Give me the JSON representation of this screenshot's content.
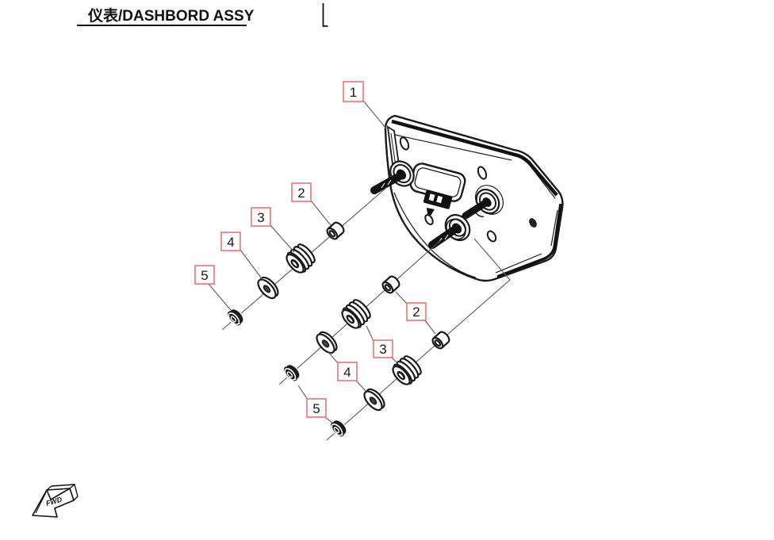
{
  "header": {
    "title": "仪表/DASHBORD ASSY"
  },
  "diagram": {
    "callouts": {
      "main": "1",
      "chain_a": [
        "2",
        "3",
        "4",
        "5"
      ],
      "chain_bc": [
        "2",
        "3",
        "4",
        "5"
      ]
    }
  },
  "footer": {
    "direction_label": "FWD"
  },
  "colors": {
    "background": "#ffffff",
    "line_art": "#1a1a1a",
    "callout_box": "#e87476",
    "leader_line": "#5a5a5a"
  }
}
